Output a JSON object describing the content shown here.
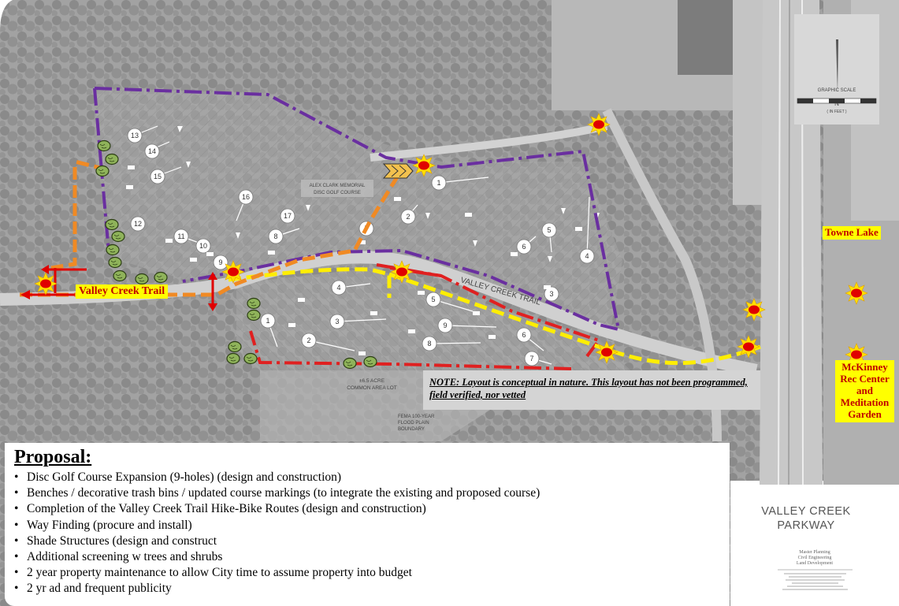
{
  "map": {
    "course_label": [
      "ALEX CLARK MEMORIAL",
      "DISC GOLF COURSE"
    ],
    "trail_label": "VALLEY CREEK TRAIL",
    "lot_label": [
      "±6.5 ACRE",
      "COMMON AREA LOT"
    ],
    "flood_label": [
      "FEMA 100-YEAR",
      "FLOOD PLAIN",
      "BOUNDARY"
    ],
    "north_letter": "N",
    "scale_label": "GRAPHIC SCALE",
    "scale_sub": "( IN FEET )",
    "existing_holes": [
      "1",
      "2",
      "3",
      "4",
      "5",
      "6",
      "7",
      "8",
      "9",
      "10",
      "11",
      "12",
      "13",
      "14",
      "15",
      "16",
      "17"
    ],
    "proposed_holes": [
      "1",
      "2",
      "3",
      "4",
      "5",
      "6",
      "7",
      "8",
      "9"
    ]
  },
  "labels": {
    "towne_lake": "Towne Lake",
    "mckinney": [
      "McKinney",
      "Rec Center",
      "and",
      "Meditation",
      "Garden"
    ],
    "valley_creek_trail": "Valley Creek Trail"
  },
  "note": "NOTE:  Layout is conceptual in nature.  This layout has not been programmed, field verified, nor vetted",
  "proposal": {
    "title": "Proposal:",
    "items": [
      "Disc Golf Course Expansion (9-holes) (design and construction)",
      "Benches / decorative trash bins / updated course markings (to integrate the existing and proposed course)",
      "Completion of the Valley Creek Trail Hike-Bike Routes (design and construction)",
      "Way Finding (procure and install)",
      "Shade Structures (design and construct",
      "Additional screening w trees and shrubs",
      "2 year property maintenance to allow City time to assume property into budget",
      "2 yr ad and frequent publicity"
    ]
  },
  "title_block": {
    "project_name": [
      "VALLEY CREEK",
      "PARKWAY"
    ],
    "disciplines": [
      "Master Planning",
      "Civil Engineering",
      "Land Development"
    ]
  },
  "colors": {
    "existing_course_boundary": "#6a2fa0",
    "proposed_course_boundary": "#e02020",
    "trail_existing": "#ffee00",
    "trail_proposed": "#f08a24",
    "marker_burst": "#ffe000",
    "marker_center": "#e00000"
  }
}
